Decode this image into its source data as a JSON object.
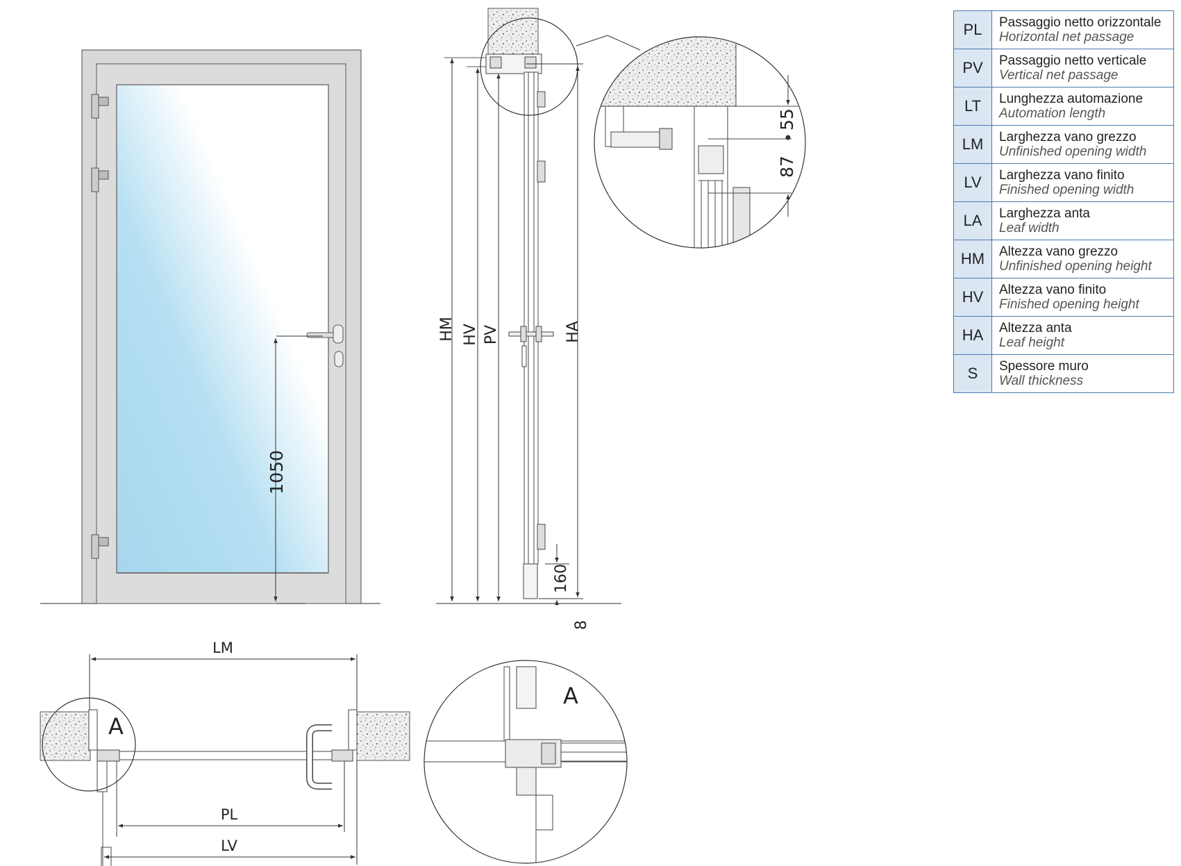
{
  "front_view": {
    "handle_height": "1050"
  },
  "section_view": {
    "labels": [
      "HM",
      "HV",
      "PV",
      "HA"
    ],
    "bottom_dim": "160",
    "floor_gap": "8"
  },
  "detail_top": {
    "dim_a": "55",
    "dim_b": "87"
  },
  "plan_view": {
    "lm": "LM",
    "pl": "PL",
    "lv": "LV",
    "detail_marker": "A"
  },
  "detail_a": {
    "label": "A"
  },
  "legend": [
    {
      "code": "PL",
      "it": "Passaggio netto orizzontale",
      "en": "Horizontal net passage"
    },
    {
      "code": "PV",
      "it": "Passaggio netto verticale",
      "en": "Vertical net passage"
    },
    {
      "code": "LT",
      "it": "Lunghezza automazione",
      "en": "Automation length"
    },
    {
      "code": "LM",
      "it": "Larghezza vano grezzo",
      "en": "Unfinished opening width"
    },
    {
      "code": "LV",
      "it": "Larghezza vano finito",
      "en": "Finished opening width"
    },
    {
      "code": "LA",
      "it": "Larghezza anta",
      "en": "Leaf width"
    },
    {
      "code": "HM",
      "it": "Altezza vano grezzo",
      "en": "Unfinished opening height"
    },
    {
      "code": "HV",
      "it": "Altezza vano finito",
      "en": "Finished opening height"
    },
    {
      "code": "HA",
      "it": "Altezza anta",
      "en": "Leaf height"
    },
    {
      "code": "S",
      "it": "Spessore muro",
      "en": "Wall thickness"
    }
  ],
  "colors": {
    "frame": "#d6d6d6",
    "glass_light": "#ffffff",
    "glass_blue": "#a9d9f0",
    "legend_border": "#4a79ad",
    "legend_fill": "#dbe6f3"
  }
}
